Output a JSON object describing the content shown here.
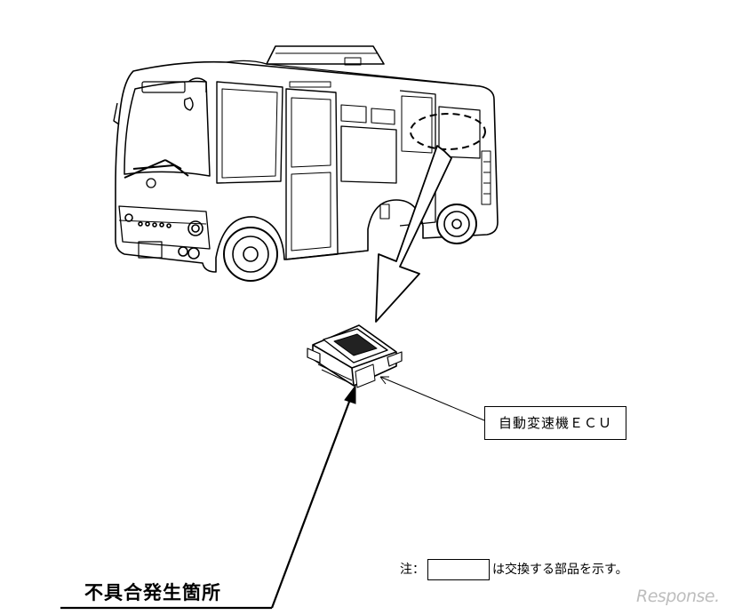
{
  "labels": {
    "ecu": "自動変速機ＥＣＵ",
    "defect_location": "不具合発生箇所",
    "note_prefix": "注：",
    "note_suffix": "は交換する部品を示す。",
    "watermark": "Response."
  },
  "icons": [
    "bus-illustration",
    "ecu-component-icon",
    "callout-arrow",
    "leader-line-arrow"
  ],
  "colors": {
    "line": "#000000",
    "background": "#ffffff",
    "watermark": "#bdbdbd"
  }
}
